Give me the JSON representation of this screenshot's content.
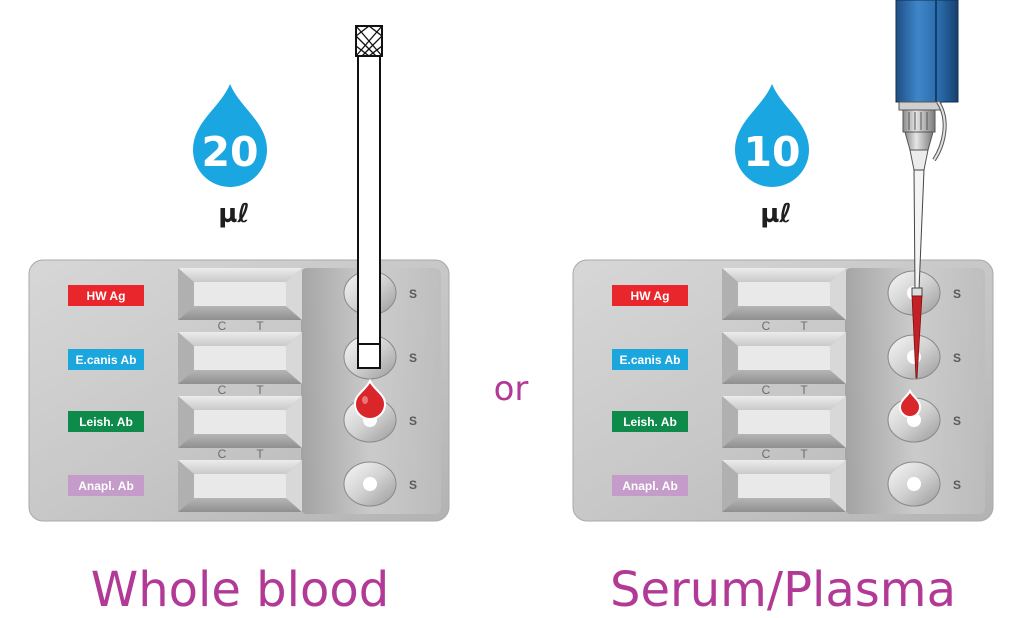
{
  "colors": {
    "drop_blue": "#1aa6e0",
    "accent_magenta": "#b23a96",
    "blood_red": "#d8262b",
    "pipette_blue": "#2e74b5"
  },
  "left_panel": {
    "volume": "20",
    "unit": "µℓ",
    "caption": "Whole blood",
    "labels": [
      "HW Ag",
      "E.canis Ab",
      "Leish. Ab",
      "Anapl. Ab"
    ],
    "label_colors": [
      "#e8262b",
      "#1ca6de",
      "#0e8a4a",
      "#c49bc9"
    ],
    "window_marks": [
      [
        "C",
        "T"
      ],
      [
        "C",
        "T"
      ],
      [
        "C",
        "T"
      ]
    ],
    "sample_marks": [
      "S",
      "S",
      "S",
      "S"
    ],
    "tool": "capillary tube"
  },
  "separator": "or",
  "right_panel": {
    "volume": "10",
    "unit": "µℓ",
    "caption": "Serum/Plasma",
    "labels": [
      "HW Ag",
      "E.canis Ab",
      "Leish. Ab",
      "Anapl. Ab"
    ],
    "label_colors": [
      "#e8262b",
      "#1ca6de",
      "#0e8a4a",
      "#c49bc9"
    ],
    "window_marks": [
      [
        "C",
        "T"
      ],
      [
        "C",
        "T"
      ],
      [
        "C",
        "T"
      ]
    ],
    "sample_marks": [
      "S",
      "S",
      "S",
      "S"
    ],
    "tool": "micropipette"
  }
}
